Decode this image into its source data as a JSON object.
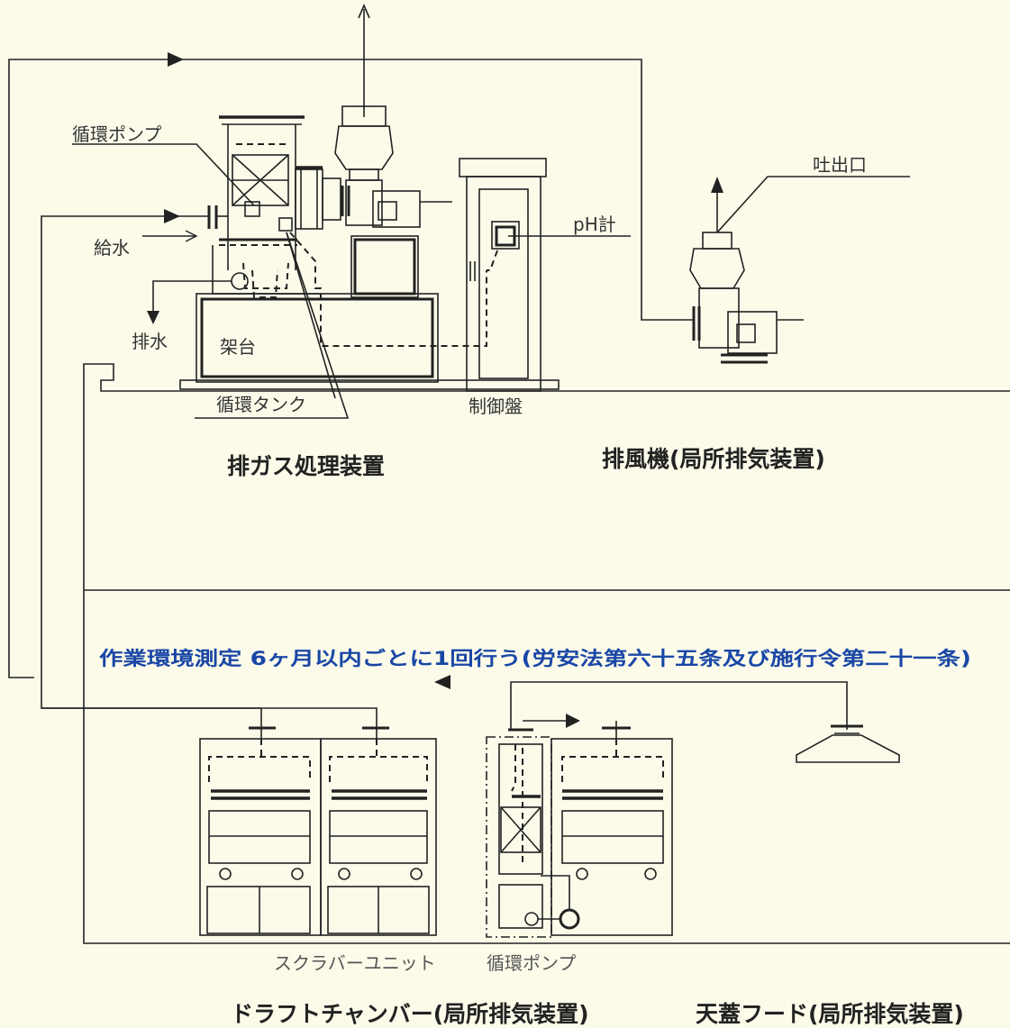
{
  "labels": {
    "circulation_pump_top": "循環ポンプ",
    "water_supply": "給水",
    "drain": "排水",
    "frame": "架台",
    "circulation_tank": "循環タンク",
    "control_panel": "制御盤",
    "ph_meter": "pH計",
    "outlet": "吐出口",
    "scrubber_unit": "スクラバーユニット",
    "circulation_pump_bottom": "循環ポンプ"
  },
  "titles": {
    "exhaust_gas_treatment": "排ガス処理装置",
    "exhaust_fan": "排風機(局所排気装置)",
    "draft_chamber": "ドラフトチャンバー(局所排気装置)",
    "canopy_hood": "天蓋フード(局所排気装置)"
  },
  "note": "作業環境測定 6ヶ月以内ごとに1回行う(労安法第六十五条及び施行令第二十一条)",
  "colors": {
    "background": "#fcfbea",
    "note_text": "#1a47a6",
    "line": "#222222"
  }
}
